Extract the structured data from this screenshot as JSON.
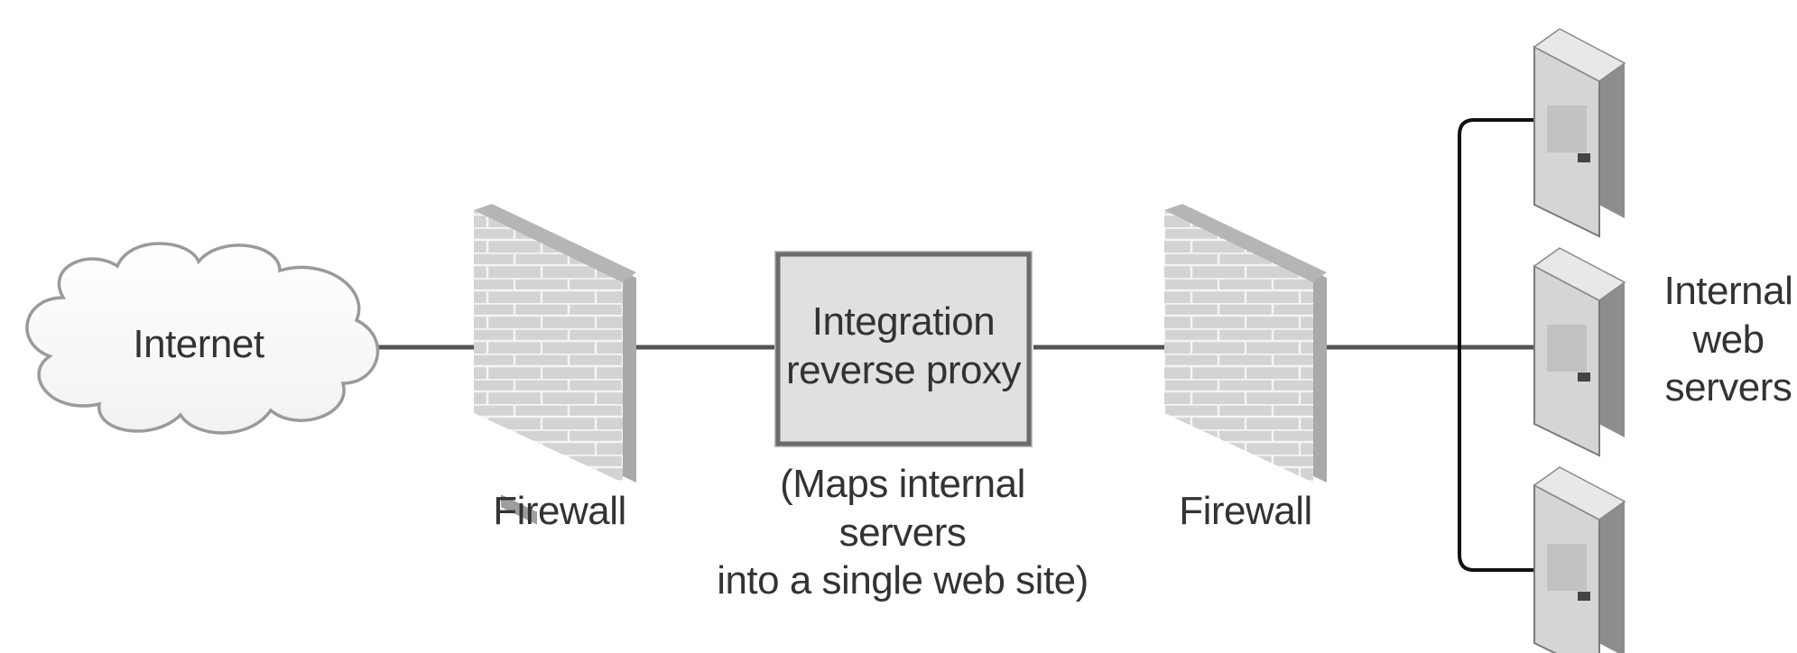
{
  "diagram": {
    "internet_label": "Internet",
    "firewall_left_label": "Firewall",
    "proxy_label": "Integration\nreverse proxy",
    "proxy_note": "(Maps internal servers\ninto a single web site)",
    "firewall_right_label": "Firewall",
    "servers_label": "Internal\nweb\nservers"
  },
  "colors": {
    "line": "#555555",
    "bracket": "#111111",
    "proxy_fill": "#e0e0e0",
    "proxy_border": "#6b6b6b",
    "wall": "#c9c9c9",
    "server_face": "#d5d5d5"
  }
}
